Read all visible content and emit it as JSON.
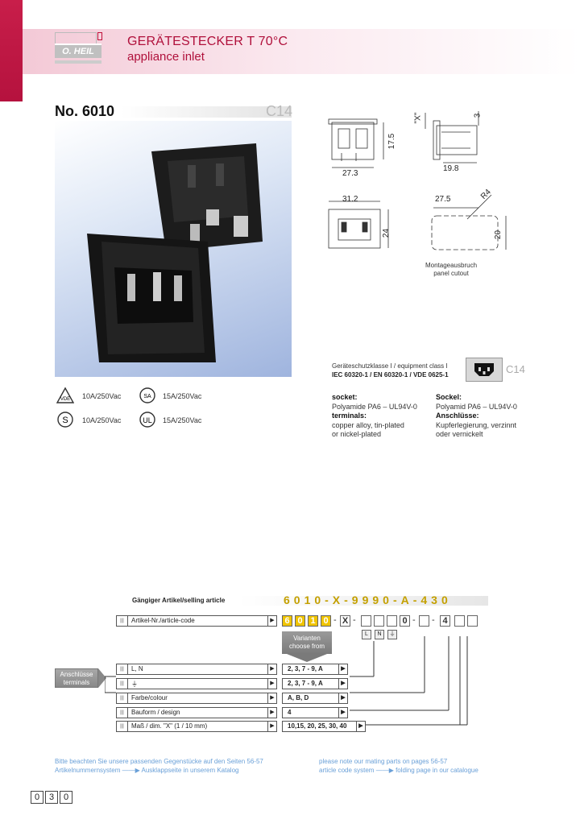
{
  "header": {
    "logo_text": "O. HEIL",
    "title_de": "GERÄTESTECKER T 70°C",
    "title_en": "appliance inlet"
  },
  "product": {
    "number": "No. 6010",
    "type": "C14"
  },
  "certifications": [
    {
      "icon": "vde-mark-icon",
      "rating": "10A/250Vac"
    },
    {
      "icon": "csa-mark-icon",
      "rating": "15A/250Vac"
    },
    {
      "icon": "semko-mark-icon",
      "rating": "10A/250Vac"
    },
    {
      "icon": "ul-mark-icon",
      "rating": "15A/250Vac"
    }
  ],
  "drawings": {
    "dims": {
      "d17_5": "17.5",
      "d27_3": "27.3",
      "dx": "\"X\"",
      "d3": "3",
      "d19_8": "19.8",
      "d31_2": "31.2",
      "d24": "24",
      "d27_5": "27.5",
      "r4": "R4",
      "d20": "20"
    },
    "cutout_de": "Montageausbruch",
    "cutout_en": "panel cutout"
  },
  "classification": {
    "line1": "Geräteschutzklasse I / equipment class I",
    "line2": "IEC 60320-1 / EN 60320-1 / VDE 0625-1",
    "type": "C14"
  },
  "materials_en": {
    "socket_h": "socket:",
    "socket": "Polyamide PA6 – UL94V-0",
    "terminals_h": "terminals:",
    "terminals1": "copper alloy, tin-plated",
    "terminals2": "or nickel-plated"
  },
  "materials_de": {
    "socket_h": "Sockel:",
    "socket": "Polyamid PA6 – UL94V-0",
    "terminals_h": "Anschlüsse:",
    "terminals1": "Kupferlegierung, verzinnt",
    "terminals2": "oder vernickelt"
  },
  "selling": {
    "label": "Gängiger Artikel/selling article",
    "code": "6010-X-9990-A-430"
  },
  "code_table": {
    "article_label": "Artikel-Nr./article-code",
    "prefix_digits": [
      "6",
      "0",
      "1",
      "0"
    ],
    "x_char": "X",
    "fixed_zero": "0",
    "fixed_four": "4",
    "sub_l": "L",
    "sub_n": "N",
    "variants_1": "Varianten",
    "variants_2": "choose from",
    "terminals_1": "Anschlüsse",
    "terminals_2": "terminals",
    "rows": [
      {
        "label": "L, N",
        "values": "2, 3, 7 - 9, A"
      },
      {
        "label": "⏚",
        "values": "2, 3, 7 - 9, A"
      },
      {
        "label": "Farbe/colour",
        "values": "A, B, D"
      },
      {
        "label": "Bauform / design",
        "values": "4"
      },
      {
        "label": "Maß / dim. \"X\" (1 / 10 mm)",
        "values": "10,15, 20, 25, 30, 40"
      }
    ]
  },
  "footnotes": {
    "de1": "Bitte beachten Sie unsere passenden Gegenstücke auf den Seiten 56-57",
    "de2": "Artikelnummernsystem ——▶ Ausklappseite in unserem Katalog",
    "en1": "please note our mating parts on pages 56-57",
    "en2": "article code system ——▶ folding page in our catalogue"
  },
  "page_number": [
    "0",
    "3",
    "0"
  ]
}
